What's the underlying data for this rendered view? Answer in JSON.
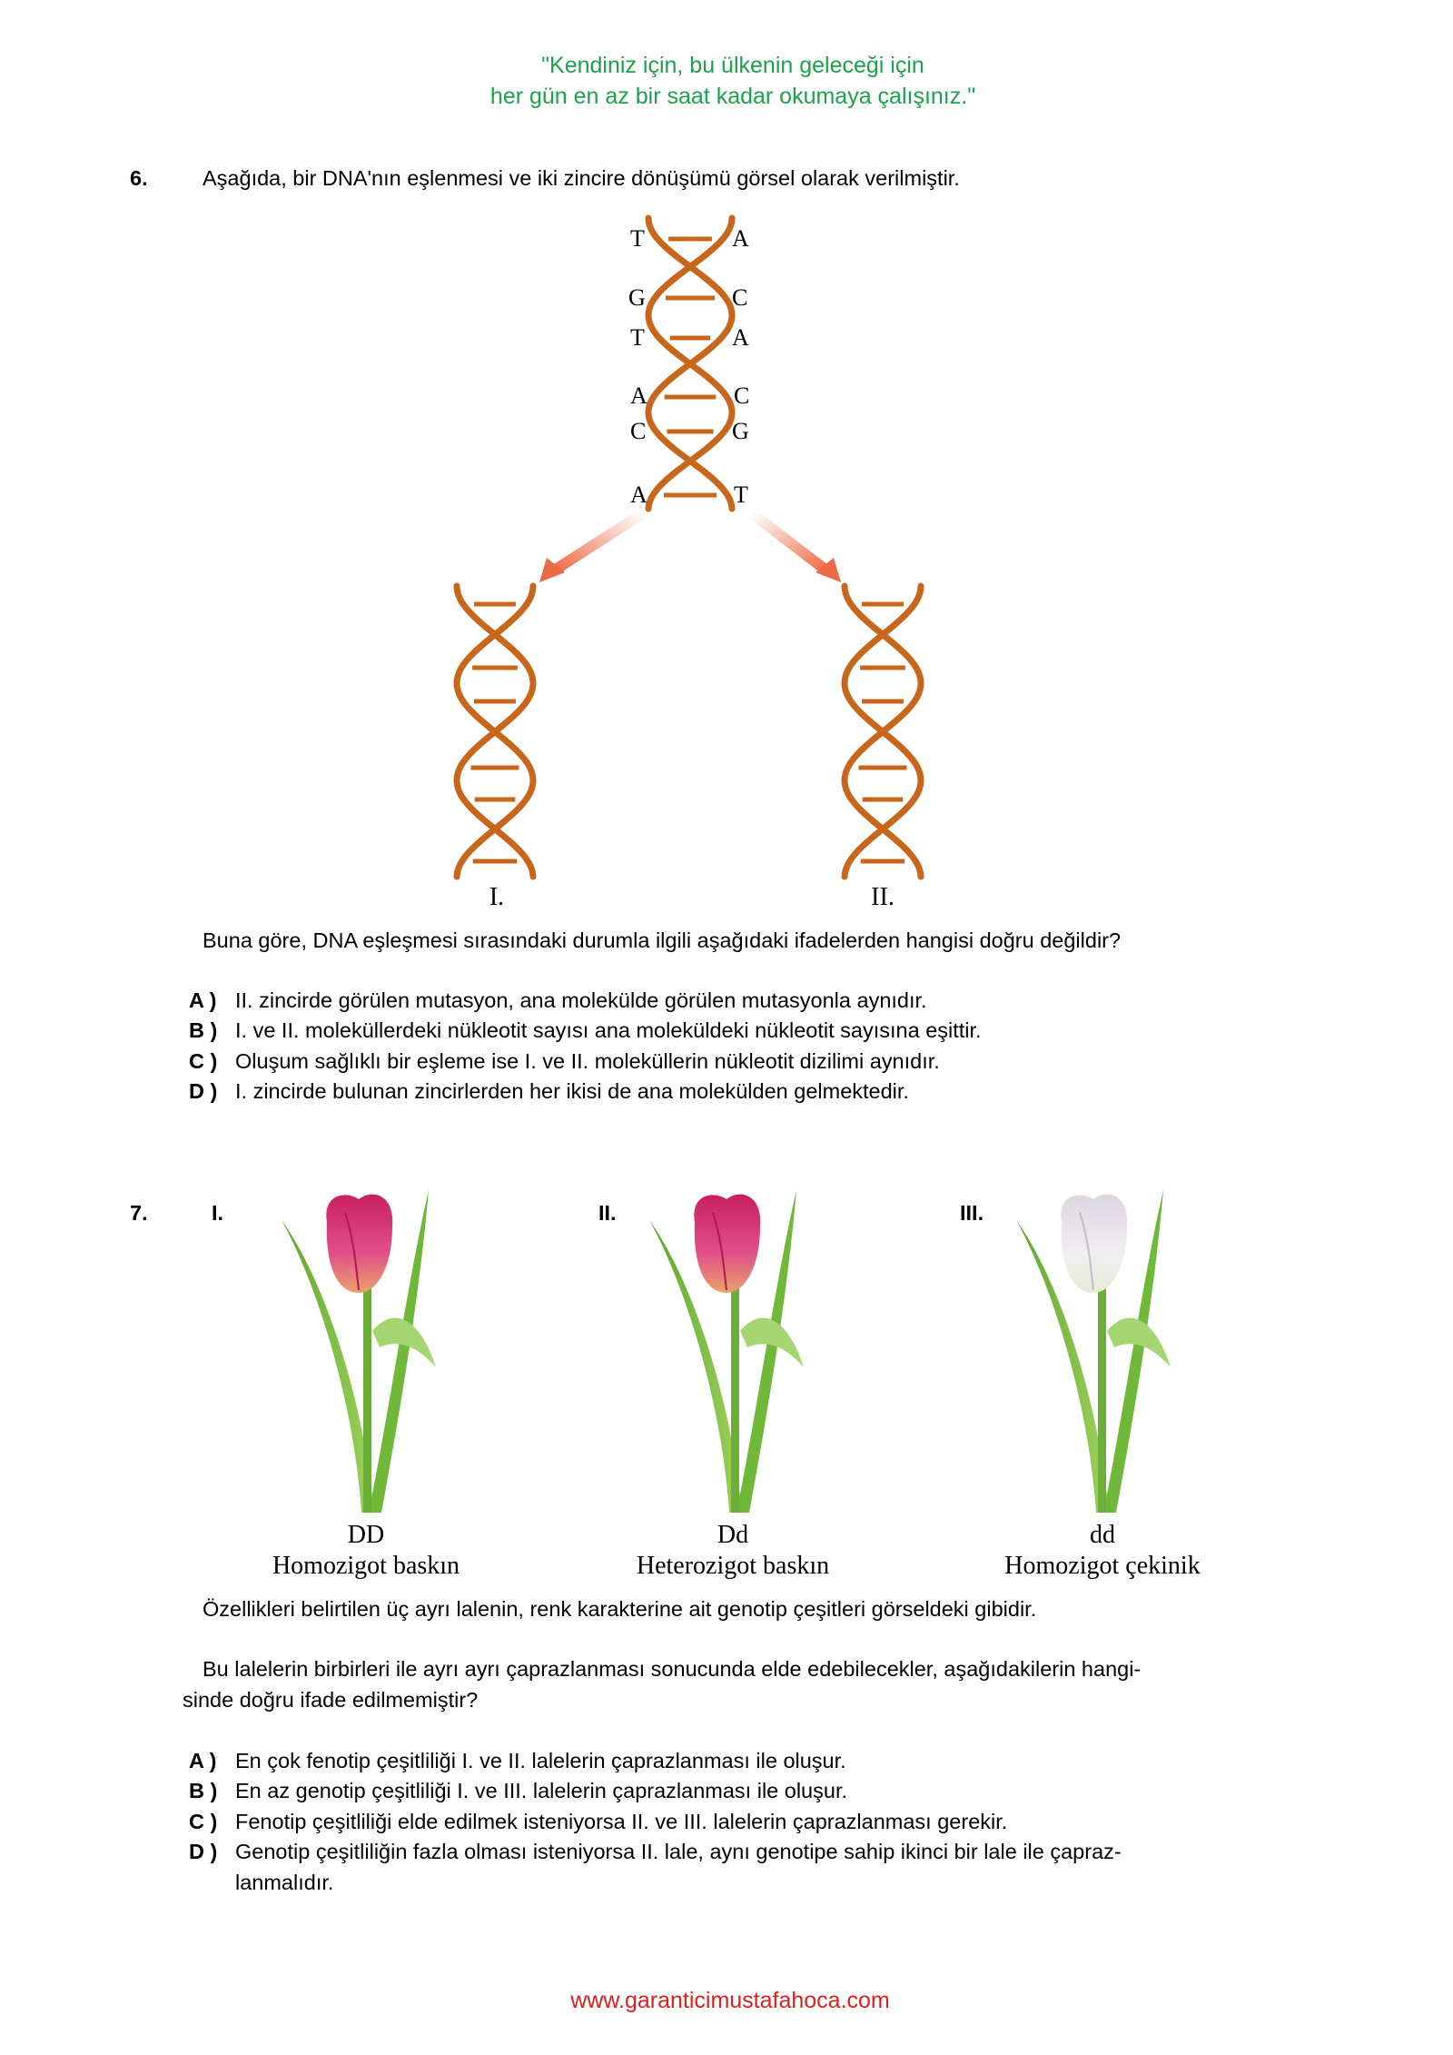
{
  "quote": {
    "line1": "\"Kendiniz için, bu ülkenin geleceği için",
    "line2": "her gün en az bir saat kadar okumaya çalışınız.\""
  },
  "q6": {
    "number": "6.",
    "stem": "Aşağıda, bir DNA'nın eşlenmesi ve iki zincire dönüşümü görsel olarak verilmiştir.",
    "left_bases": [
      "T",
      "G",
      "T",
      "A",
      "C",
      "A"
    ],
    "right_bases": [
      "A",
      "C",
      "A",
      "C",
      "G",
      "T"
    ],
    "molecule_labels": [
      "I.",
      "II."
    ],
    "question": "Buna göre, DNA eşleşmesi sırasındaki durumla ilgili aşağıdaki ifadelerden hangisi doğru değildir?",
    "options": [
      {
        "letter": "A )",
        "text": "II. zincirde görülen mutasyon, ana molekülde görülen mutasyonla aynıdır."
      },
      {
        "letter": "B )",
        "text": "I. ve II. moleküllerdeki nükleotit sayısı ana moleküldeki nükleotit sayısına eşittir."
      },
      {
        "letter": "C )",
        "text": "Oluşum sağlıklı bir eşleme ise I. ve II. moleküllerin nükleotit dizilimi aynıdır."
      },
      {
        "letter": "D )",
        "text": "I. zincirde bulunan zincirlerden her ikisi de ana molekülden gelmektedir."
      }
    ],
    "colors": {
      "helix": "#c8661c",
      "arrow": "#ec6a45"
    }
  },
  "q7": {
    "number": "7.",
    "tulips": [
      {
        "roman": "I.",
        "genotype": "DD",
        "description": "Homozigot baskın",
        "color": "#d8336f"
      },
      {
        "roman": "II.",
        "genotype": "Dd",
        "description": "Heterozigot baskın",
        "color": "#d8336f"
      },
      {
        "roman": "III.",
        "genotype": "dd",
        "description": "Homozigot çekinik",
        "color": "#e8e4ea"
      }
    ],
    "intro": "Özellikleri belirtilen üç ayrı lalenin, renk karakterine ait genotip çeşitleri görseldeki gibidir.",
    "question_line1": "Bu lalelerin birbirleri ile ayrı ayrı çaprazlanması sonucunda elde edebilecekler, aşağıdakilerin hangi-",
    "question_line2": "sinde doğru ifade edilmemiştir?",
    "options": [
      {
        "letter": "A )",
        "text": "En çok fenotip çeşitliliği I. ve II. lalelerin çaprazlanması ile oluşur."
      },
      {
        "letter": "B )",
        "text": "En az genotip çeşitliliği I. ve III. lalelerin çaprazlanması ile oluşur."
      },
      {
        "letter": "C )",
        "text": "Fenotip çeşitliliği elde edilmek isteniyorsa II. ve III. lalelerin çaprazlanması gerekir."
      },
      {
        "letter": "D )",
        "text": "Genotip çeşitliliğin fazla olması isteniyorsa II. lale, aynı genotipe sahip ikinci bir lale ile çapraz-",
        "text2": "lanmalıdır."
      }
    ]
  },
  "footer": {
    "url": "www.garanticimustafahoca.com"
  }
}
